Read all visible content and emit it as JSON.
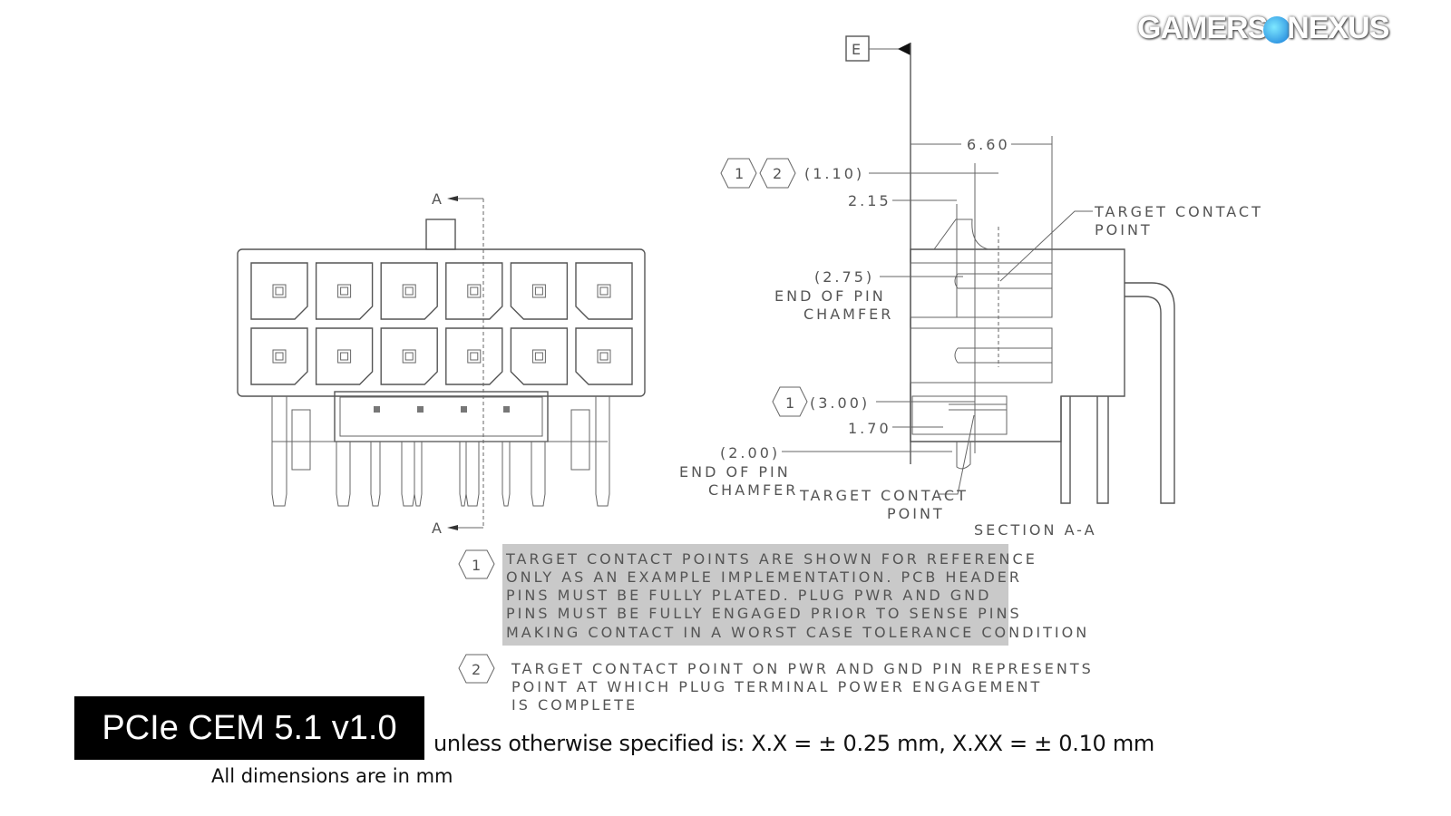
{
  "logo": {
    "left": "GAMERS",
    "right": "NEXUS"
  },
  "front_view": {
    "section_label_top": "A",
    "section_label_bottom": "A"
  },
  "section_view": {
    "datum": "E",
    "dim_6_60": "6.60",
    "note_flags_top": [
      "1",
      "2"
    ],
    "dim_1_10": "(1.10)",
    "dim_2_15": "2.15",
    "target_contact_top": [
      "TARGET CONTACT",
      "POINT"
    ],
    "dim_2_75": [
      "(2.75)",
      "END OF PIN",
      "CHAMFER"
    ],
    "note_flag_mid": "1",
    "dim_3_00": "(3.00)",
    "dim_1_70": "1.70",
    "dim_2_00": [
      "(2.00)",
      "END OF PIN",
      "CHAMFER"
    ],
    "target_contact_bottom": [
      "TARGET CONTACT",
      "POINT"
    ],
    "section_title": "SECTION A-A"
  },
  "notes": [
    {
      "flag": "1",
      "lines": [
        "TARGET CONTACT POINTS ARE SHOWN FOR REFERENCE",
        "ONLY AS AN EXAMPLE IMPLEMENTATION.  PCB HEADER",
        "PINS MUST BE FULLY PLATED.  PLUG PWR AND GND",
        "PINS MUST BE FULLY ENGAGED PRIOR TO SENSE PINS",
        "MAKING CONTACT IN A WORST CASE TOLERANCE CONDITION"
      ]
    },
    {
      "flag": "2",
      "lines": [
        "TARGET CONTACT POINT ON PWR AND GND PIN REPRESENTS",
        "POINT AT WHICH PLUG TERMINAL POWER ENGAGEMENT",
        "IS COMPLETE"
      ]
    }
  ],
  "caption": {
    "title": "PCIe CEM 5.1 v1.0",
    "tolerance": "unless otherwise specified is:  X.X = ± 0.25 mm, X.XX = ± 0.10 mm",
    "units": "All dimensions are in mm"
  }
}
